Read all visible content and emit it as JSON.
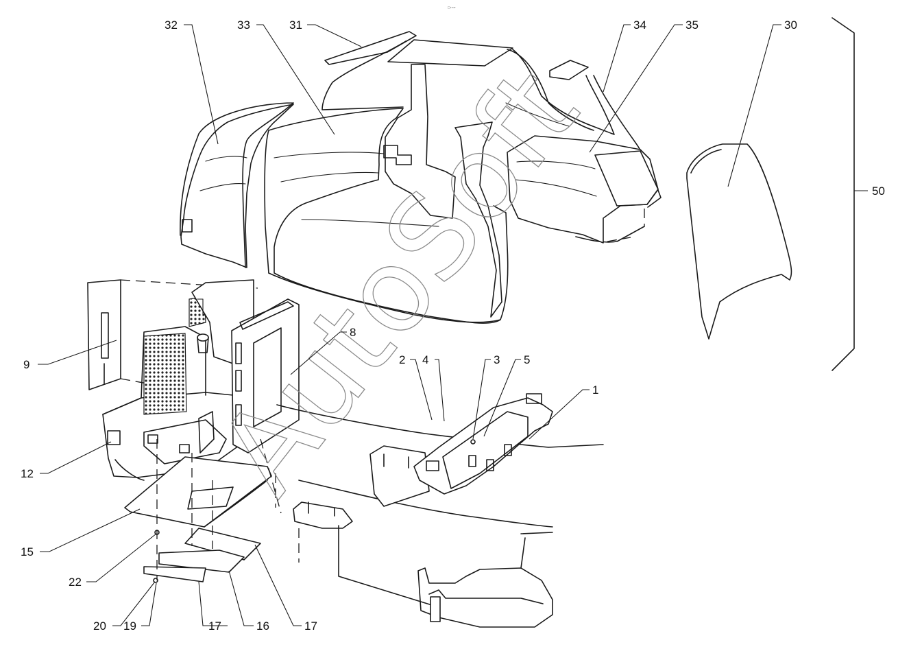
{
  "header": {
    "note": "□₀ ₂₂₂"
  },
  "watermark": {
    "text": "AutoSoft"
  },
  "callouts": {
    "c1": "1",
    "c2": "2",
    "c3": "3",
    "c4": "4",
    "c5": "5",
    "c8": "8",
    "c9": "9",
    "c12": "12",
    "c15": "15",
    "c16": "16",
    "c17a": "17",
    "c17b": "17",
    "c19": "19",
    "c20": "20",
    "c22": "22",
    "c30": "30",
    "c31": "31",
    "c32": "32",
    "c33": "33",
    "c34": "34",
    "c35": "35",
    "c50": "50"
  }
}
